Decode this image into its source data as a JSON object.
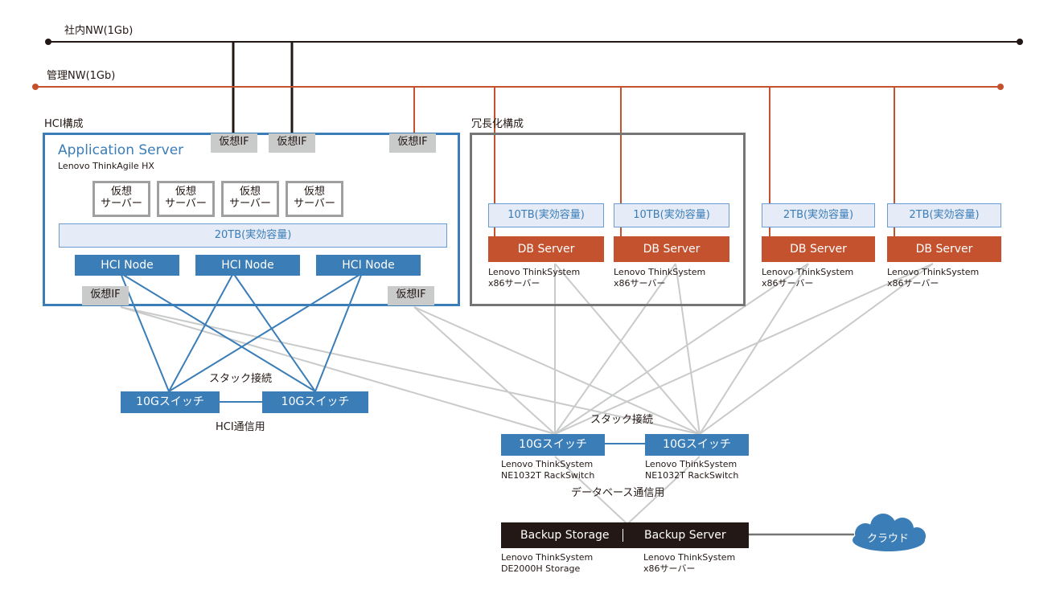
{
  "networks": {
    "corporate": "社内NW(1Gb)",
    "management": "管理NW(1Gb)"
  },
  "hci": {
    "title": "HCI構成",
    "app_server": "Application Server",
    "app_model": "Lenovo  ThinkAgile HX",
    "virtual_if": "仮想IF",
    "virtual_server_line1": "仮想",
    "virtual_server_line2": "サーバー",
    "capacity": "20TB(実効容量)",
    "node": "HCI Node",
    "stack": "スタック接続",
    "switch": "10Gスイッチ",
    "purpose": "HCI通信用"
  },
  "redundant": {
    "title": "冗長化構成"
  },
  "db": {
    "servers": [
      {
        "capacity": "10TB(実効容量)",
        "label": "DB Server",
        "model1": "Lenovo ThinkSystem",
        "model2": "x86サーバー"
      },
      {
        "capacity": "10TB(実効容量)",
        "label": "DB Server",
        "model1": "Lenovo ThinkSystem",
        "model2": "x86サーバー"
      },
      {
        "capacity": "2TB(実効容量)",
        "label": "DB Server",
        "model1": "Lenovo ThinkSystem",
        "model2": "x86サーバー"
      },
      {
        "capacity": "2TB(実効容量)",
        "label": "DB Server",
        "model1": "Lenovo ThinkSystem",
        "model2": "x86サーバー"
      }
    ],
    "stack": "スタック接続",
    "switch": "10Gスイッチ",
    "switch_model1": "Lenovo  ThinkSystem",
    "switch_model2": "NE1032T RackSwitch",
    "purpose": "データベース通信用"
  },
  "backup": {
    "storage": "Backup Storage",
    "server": "Backup Server",
    "storage_model1": "Lenovo  ThinkSystem",
    "storage_model2": "DE2000H  Storage",
    "server_model1": "Lenovo  ThinkSystem",
    "server_model2": "x86サーバー",
    "cloud": "クラウド"
  },
  "colors": {
    "blue": "#3b7db7",
    "orange": "#c4522e",
    "light_gray": "#c9caca",
    "black": "#231815"
  }
}
